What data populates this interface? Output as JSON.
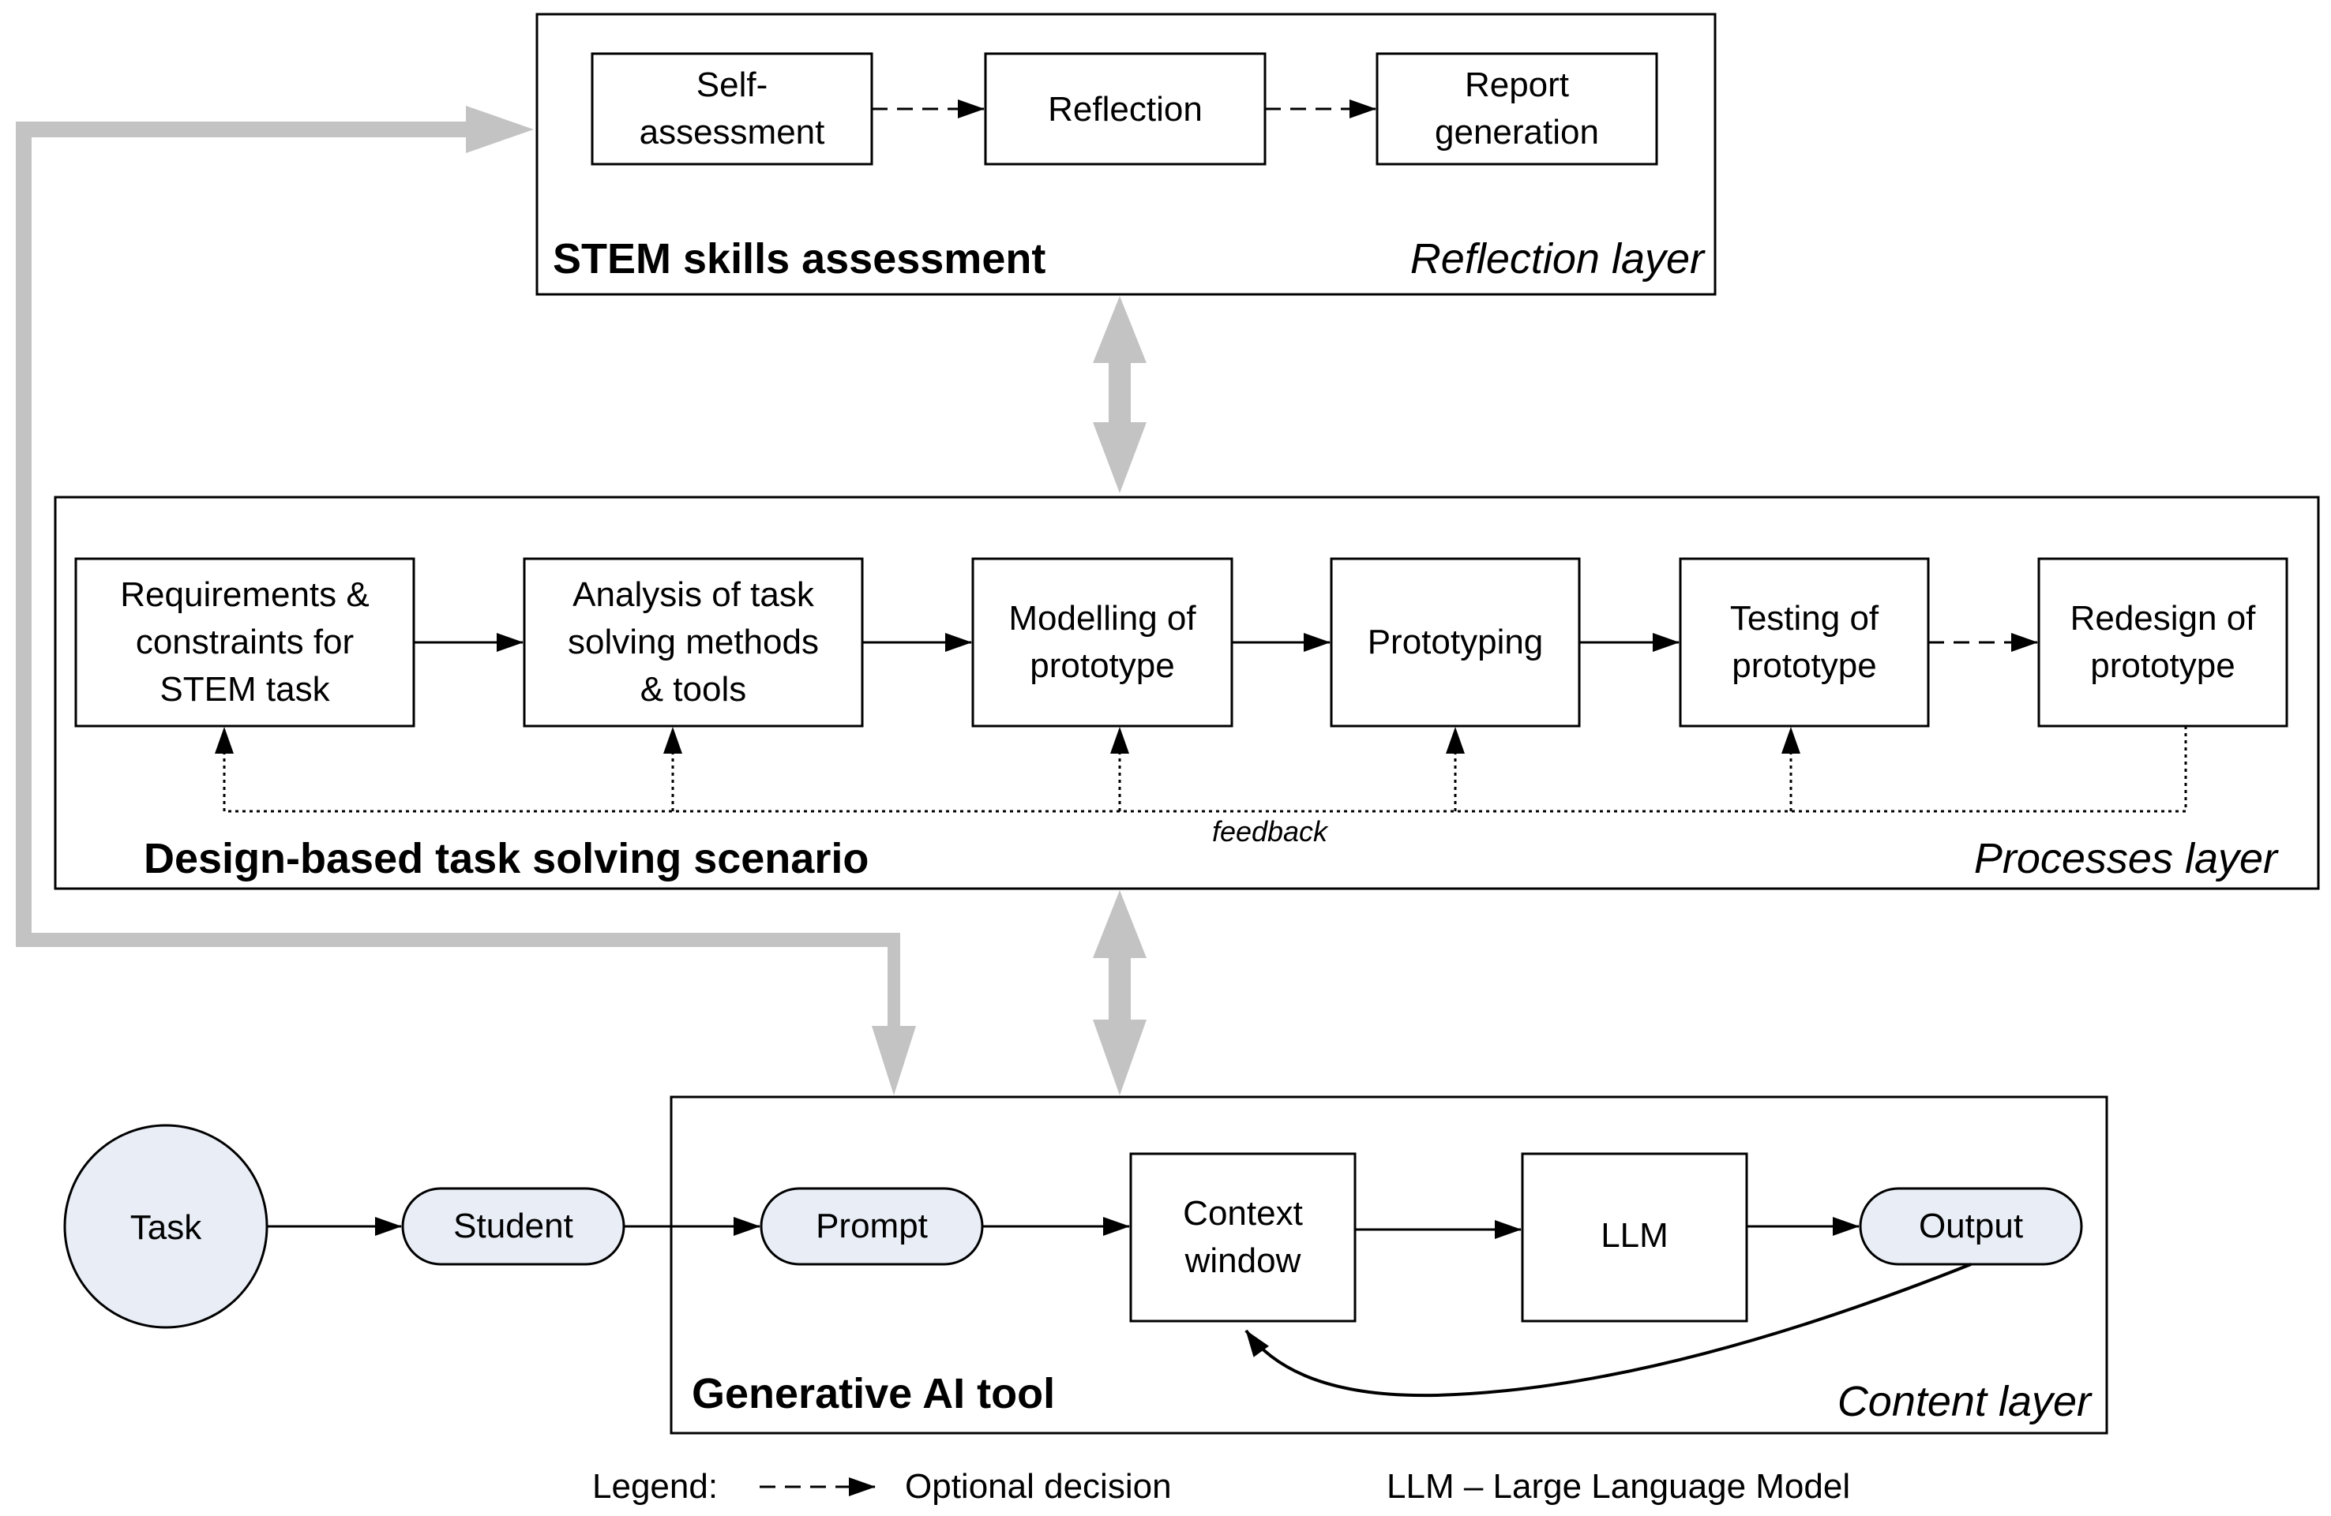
{
  "reflection": {
    "title": "STEM skills assessment",
    "layer": "Reflection layer",
    "steps": {
      "self_1": "Self-",
      "self_2": "assessment",
      "reflection": "Reflection",
      "report_1": "Report",
      "report_2": "generation"
    }
  },
  "processes": {
    "title": "Design-based task solving scenario",
    "layer": "Processes layer",
    "feedback": "feedback",
    "steps": {
      "req_1": "Requirements &",
      "req_2": "constraints for",
      "req_3": "STEM task",
      "analysis_1": "Analysis of task",
      "analysis_2": "solving methods",
      "analysis_3": "& tools",
      "modelling_1": "Modelling of",
      "modelling_2": "prototype",
      "prototyping": "Prototyping",
      "testing_1": "Testing of",
      "testing_2": "prototype",
      "redesign_1": "Redesign of",
      "redesign_2": "prototype"
    }
  },
  "content": {
    "title": "Generative AI tool",
    "layer": "Content layer",
    "nodes": {
      "task": "Task",
      "student": "Student",
      "prompt": "Prompt",
      "context_1": "Context",
      "context_2": "window",
      "llm": "LLM",
      "output": "Output"
    }
  },
  "legend": {
    "label": "Legend:",
    "optional": "Optional decision",
    "abbr": "LLM – Large Language Model"
  },
  "colors": {
    "line": "#000000",
    "big_arrow": "#c3c3c3",
    "node_fill": "#e8edf6"
  }
}
